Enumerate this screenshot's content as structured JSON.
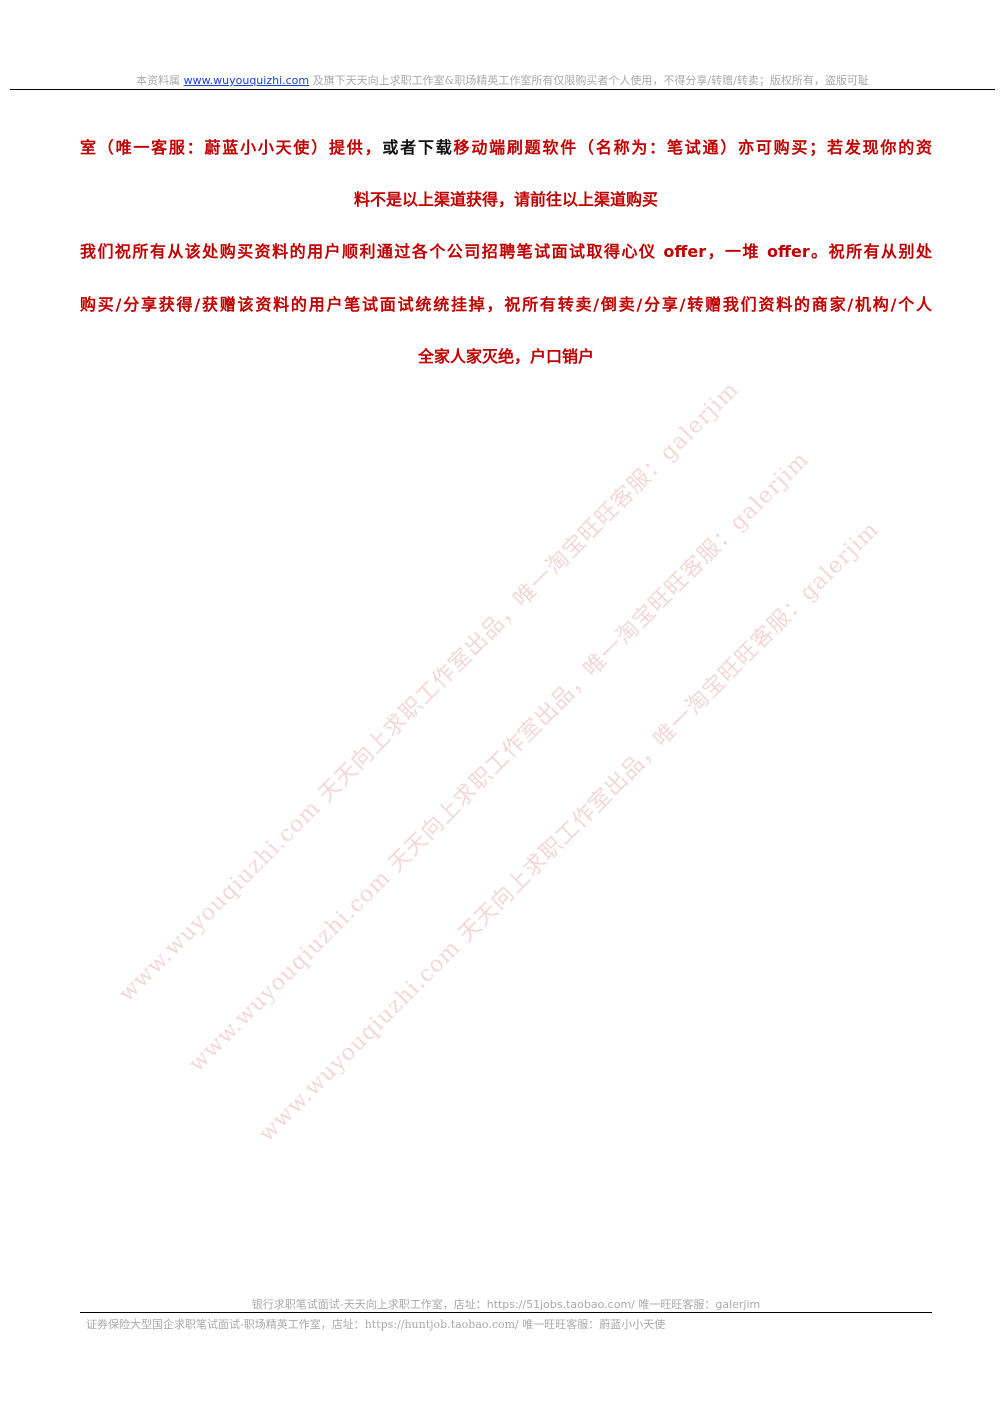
{
  "header": {
    "prefix": "本资料属",
    "link": "www.wuyouquizhi.com",
    "suffix": "及旗下天天向上求职工作室&职场精英工作室所有仅限购买者个人使用，不得分享/转赠/转卖；版权所有，盗版可耻"
  },
  "notice": {
    "line1_red_a": "室（唯一客服：蔚蓝小小天使）提供，",
    "line1_black": "或者下载",
    "line1_red_b": "移动端刷题软件（名称为：笔试通）亦可购买；若发现你的资",
    "line2": "料不是以上渠道获得，请前往以上渠道购买",
    "line3": "我们祝所有从该处购买资料的用户顺利通过各个公司招聘笔试面试取得心仪 offer，一堆 offer。祝所有从别处",
    "line4": "购买/分享获得/获赠该资料的用户笔试面试统统挂掉，祝所有转卖/倒卖/分享/转赠我们资料的商家/机构/个人",
    "line5": "全家人家灭绝，户口销户"
  },
  "watermark": {
    "text": "www.wuyouqiuzhi.com 天天向上求职工作室出品，唯一淘宝旺旺客服：galerjim"
  },
  "footer": {
    "line1": "银行求职笔试面试-天天向上求职工作室，店址：https://51jobs.taobao.com/ 唯一旺旺客服：galerjim",
    "line2": "证券保险大型国企求职笔试面试-职场精英工作室，店址：https://huntjob.taobao.com/ 唯一旺旺客服：蔚蓝小小天使"
  }
}
